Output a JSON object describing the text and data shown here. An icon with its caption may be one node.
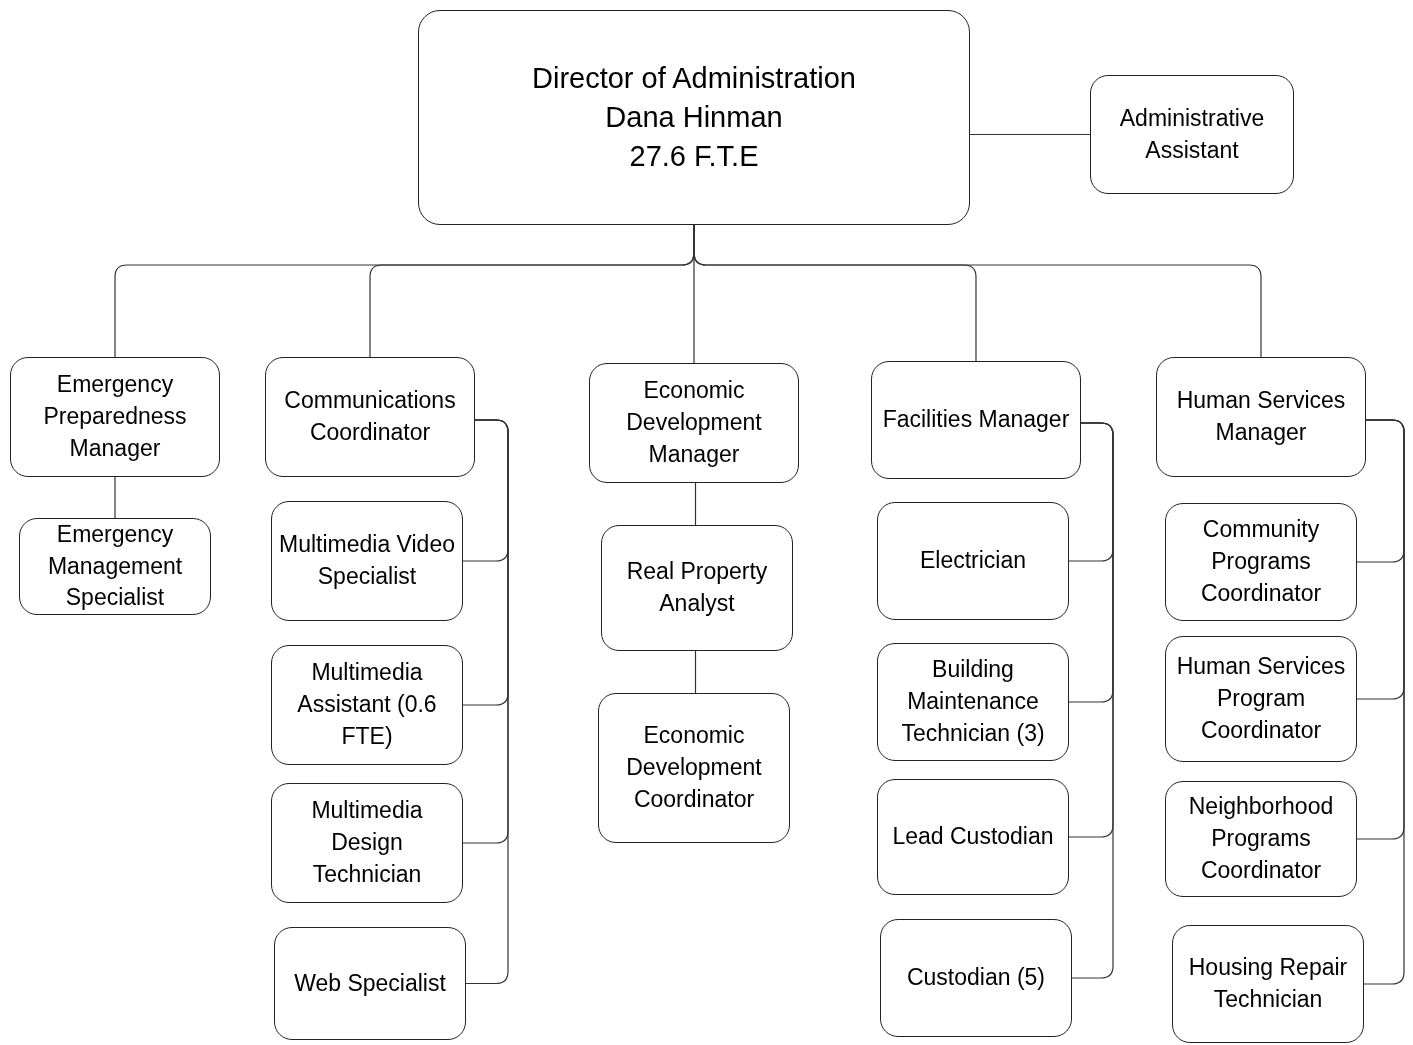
{
  "diagram": {
    "nodes": [
      {
        "text": [
          "Director of Administration",
          "Dana Hinman",
          "27.6 F.T.E"
        ]
      },
      {
        "text": [
          "Administrative Assistant"
        ]
      },
      {
        "text": [
          "Emergency Preparedness Manager"
        ]
      },
      {
        "text": [
          "Emergency Management Specialist"
        ]
      },
      {
        "text": [
          "Communications Coordinator"
        ]
      },
      {
        "text": [
          "Multimedia Video Specialist"
        ]
      },
      {
        "text": [
          "Multimedia Assistant (0.6 FTE)"
        ]
      },
      {
        "text": [
          "Multimedia Design Technician"
        ]
      },
      {
        "text": [
          "Web Specialist"
        ]
      },
      {
        "text": [
          "Economic Development Manager"
        ]
      },
      {
        "text": [
          "Real Property Analyst"
        ]
      },
      {
        "text": [
          "Economic Development Coordinator"
        ]
      },
      {
        "text": [
          "Facilities Manager"
        ]
      },
      {
        "text": [
          "Electrician"
        ]
      },
      {
        "text": [
          "Building Maintenance Technician (3)"
        ]
      },
      {
        "text": [
          "Lead Custodian"
        ]
      },
      {
        "text": [
          "Custodian (5)"
        ]
      },
      {
        "text": [
          "Human Services Manager"
        ]
      },
      {
        "text": [
          "Community Programs Coordinator"
        ]
      },
      {
        "text": [
          "Human Services Program Coordinator"
        ]
      },
      {
        "text": [
          "Neighborhood Programs Coordinator"
        ]
      },
      {
        "text": [
          "Housing Repair Technician"
        ]
      }
    ],
    "edges": [
      {
        "from": 0,
        "to": 1,
        "arrow": "none"
      },
      {
        "from": 0,
        "to": 2,
        "arrow": "none"
      },
      {
        "from": 0,
        "to": 4,
        "arrow": "none"
      },
      {
        "from": 0,
        "to": 9,
        "arrow": "none"
      },
      {
        "from": 0,
        "to": 12,
        "arrow": "none"
      },
      {
        "from": 0,
        "to": 17,
        "arrow": "none"
      },
      {
        "from": 2,
        "to": 3,
        "arrow": "none"
      },
      {
        "from": 4,
        "to": 5,
        "arrow": "none"
      },
      {
        "from": 4,
        "to": 6,
        "arrow": "none"
      },
      {
        "from": 4,
        "to": 7,
        "arrow": "none"
      },
      {
        "from": 4,
        "to": 8,
        "arrow": "none"
      },
      {
        "from": 9,
        "to": 10,
        "arrow": "none"
      },
      {
        "from": 10,
        "to": 11,
        "arrow": "none"
      },
      {
        "from": 12,
        "to": 13,
        "arrow": "none"
      },
      {
        "from": 12,
        "to": 14,
        "arrow": "none"
      },
      {
        "from": 12,
        "to": 15,
        "arrow": "none"
      },
      {
        "from": 12,
        "to": 16,
        "arrow": "none"
      },
      {
        "from": 17,
        "to": 18,
        "arrow": "none"
      },
      {
        "from": 17,
        "to": 19,
        "arrow": "none"
      },
      {
        "from": 17,
        "to": 20,
        "arrow": "none"
      },
      {
        "from": 17,
        "to": 21,
        "arrow": "none"
      }
    ]
  }
}
